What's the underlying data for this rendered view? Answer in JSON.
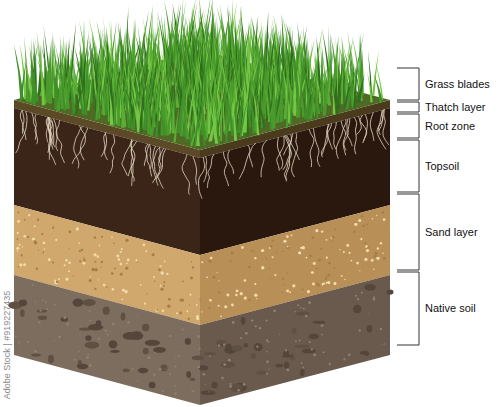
{
  "diagram": {
    "labels": [
      "Grass blades",
      "Thatch layer",
      "Root zone",
      "Topsoil",
      "Sand layer",
      "Native soil",
      "Adobe Stock | #919227435"
    ]
  }
}
